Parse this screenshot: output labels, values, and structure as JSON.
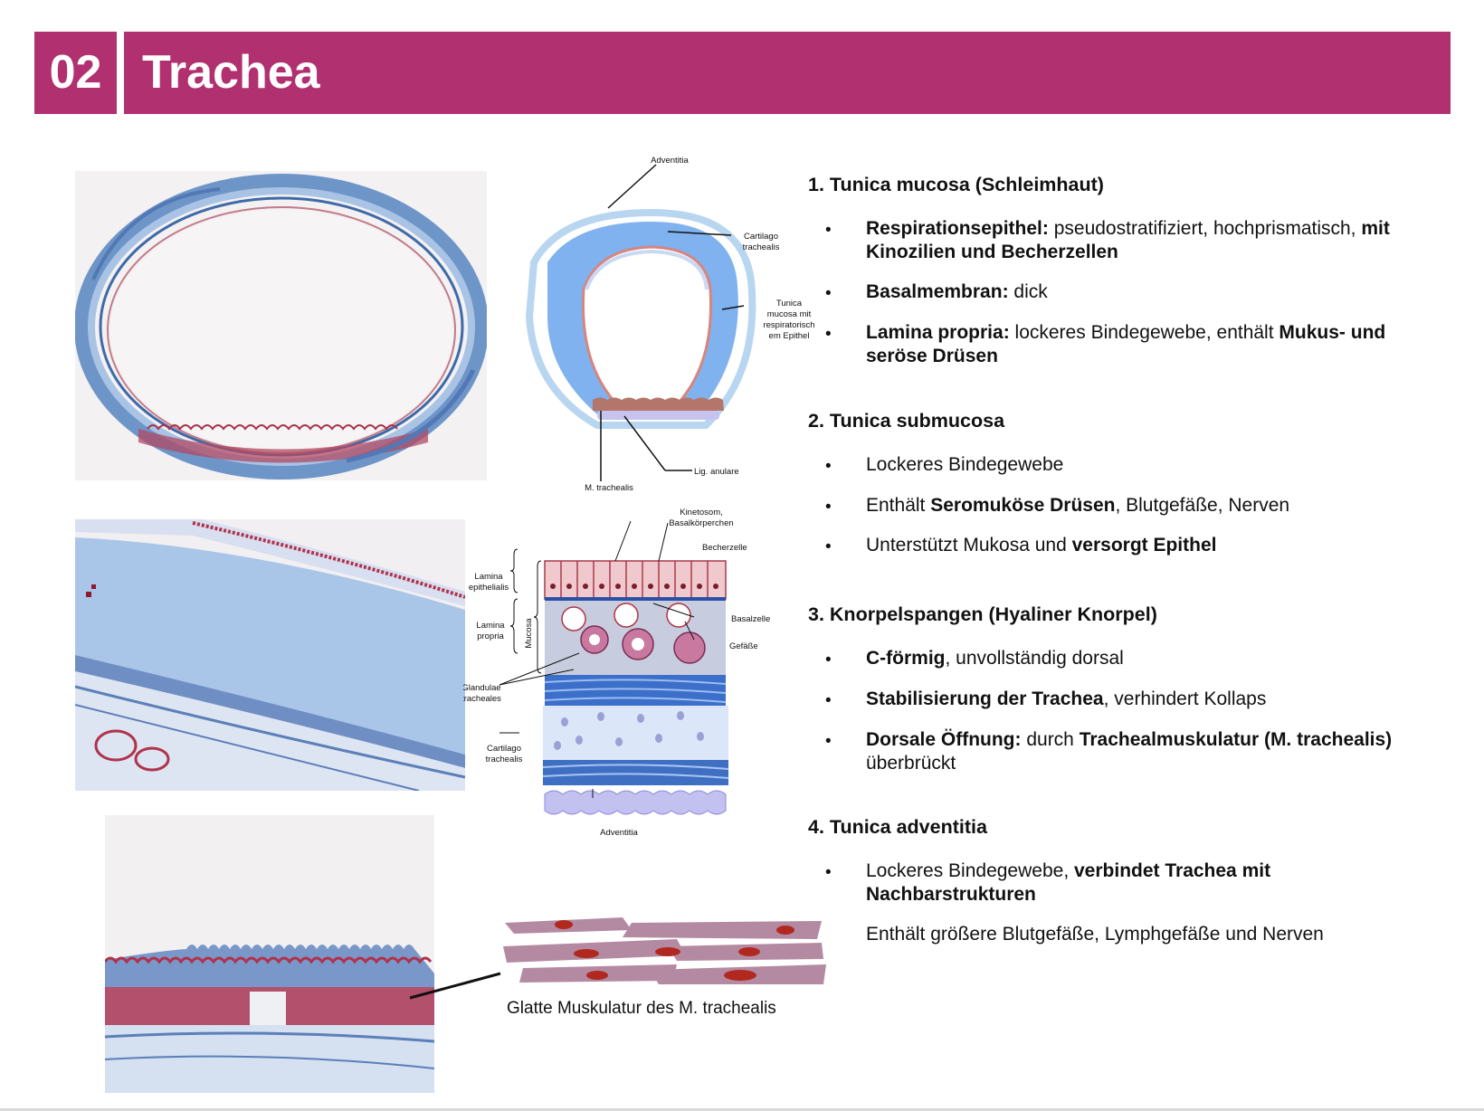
{
  "header": {
    "number": "02",
    "title": "Trachea"
  },
  "colors": {
    "accent": "#b13170",
    "cartilage_blue": "#7fb2ee",
    "stain_blue": "#5b86c0",
    "stain_red": "#b0324b"
  },
  "diagram_overview": {
    "labels": {
      "adventitia": "Adventitia",
      "cartilago_1": "Cartilago",
      "cartilago_2": "trachealis",
      "tunica_1": "Tunica",
      "tunica_2": "mucosa mit",
      "tunica_3": "respiratorisch",
      "tunica_4": "em Epithel",
      "lig": "Lig. anulare",
      "m_trachealis": "M. trachealis"
    }
  },
  "diagram_layers": {
    "labels": {
      "kinetosom_1": "Kinetosom,",
      "kinetosom_2": "Basalkörperchen",
      "becherzelle": "Becherzelle",
      "lamina_ep_1": "Lamina",
      "lamina_ep_2": "epithelialis",
      "lamina_pr_1": "Lamina",
      "lamina_pr_2": "propria",
      "mucosa": "Mucosa",
      "basalzelle": "Basalzelle",
      "gefaesse": "Gefäße",
      "glandulae_1": "Glandulae",
      "glandulae_2": "tracheales",
      "cartilago_1": "Cartilago",
      "cartilago_2": "trachealis",
      "adventitia": "Adventitia"
    }
  },
  "muscle_caption": "Glatte Muskulatur des M. trachealis",
  "sections": [
    {
      "title": "1. Tunica mucosa (Schleimhaut)",
      "bullets": [
        [
          {
            "t": "Respirationsepithel:",
            "b": true
          },
          {
            "t": " pseudostratifiziert, hochprismatisch, ",
            "b": false
          },
          {
            "t": "mit Kinozilien und Becherzellen",
            "b": true
          }
        ],
        [
          {
            "t": "Basalmembran:",
            "b": true
          },
          {
            "t": " dick",
            "b": false
          }
        ],
        [
          {
            "t": "Lamina propria:",
            "b": true
          },
          {
            "t": " lockeres Bindegewebe, enthält ",
            "b": false
          },
          {
            "t": "Mukus- und seröse Drüsen",
            "b": true
          }
        ]
      ]
    },
    {
      "title": "2. Tunica submucosa",
      "bullets": [
        [
          {
            "t": "Lockeres Bindegewebe",
            "b": false
          }
        ],
        [
          {
            "t": "Enthält ",
            "b": false
          },
          {
            "t": "Seromuköse Drüsen",
            "b": true
          },
          {
            "t": ", Blutgefäße, Nerven",
            "b": false
          }
        ],
        [
          {
            "t": "Unterstützt Mukosa und ",
            "b": false
          },
          {
            "t": "versorgt Epithel",
            "b": true
          }
        ]
      ]
    },
    {
      "title": "3. Knorpelspangen (Hyaliner Knorpel)",
      "bullets": [
        [
          {
            "t": "C-förmig",
            "b": true
          },
          {
            "t": ", unvollständig dorsal",
            "b": false
          }
        ],
        [
          {
            "t": "Stabilisierung der Trachea",
            "b": true
          },
          {
            "t": ", verhindert Kollaps",
            "b": false
          }
        ],
        [
          {
            "t": "Dorsale Öffnung:",
            "b": true
          },
          {
            "t": " durch ",
            "b": false
          },
          {
            "t": "Trachealmuskulatur (M. trachealis)",
            "b": true
          },
          {
            "t": " überbrückt",
            "b": false
          }
        ]
      ]
    },
    {
      "title": "4. Tunica adventitia",
      "bullets": [
        [
          {
            "t": "Lockeres Bindegewebe, ",
            "b": false
          },
          {
            "t": "verbindet Trachea mit Nachbarstrukturen",
            "b": true
          }
        ],
        [
          {
            "t": "Enthält größere Blutgefäße, Lymphgefäße und Nerven",
            "b": false
          }
        ]
      ]
    }
  ]
}
